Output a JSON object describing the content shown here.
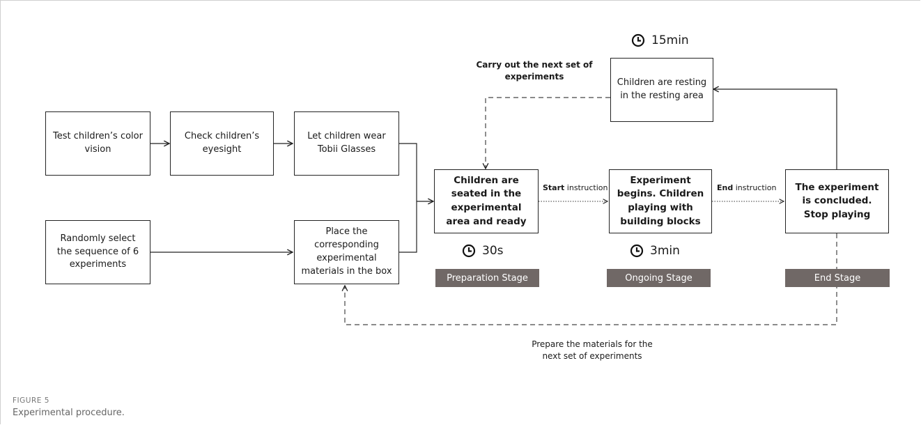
{
  "boxes": {
    "color_vision": "Test children’s color vision",
    "eyesight": "Check children’s eyesight",
    "tobii": "Let children wear Tobii Glasses",
    "random": "Randomly select the sequence of 6 experiments",
    "place": "Place the corresponding experimental materials in the box",
    "seated": "Children are seated in the experimental area and ready",
    "begins": "Experiment begins. Children playing with building blocks",
    "concluded": "The experiment is concluded. Stop playing",
    "resting": "Children are resting in the resting area"
  },
  "timers": {
    "rest": "15min",
    "prep": "30s",
    "ongoing": "3min"
  },
  "stages": {
    "preparation": "Preparation Stage",
    "ongoing": "Ongoing Stage",
    "end": "End Stage"
  },
  "labels": {
    "next_set": "Carry out the next set of experiments",
    "prepare": "Prepare the materials for the next set of experiments",
    "start_word": "Start",
    "end_word": "End",
    "instruction": "instruction"
  },
  "caption": {
    "id": "FIGURE 5",
    "text": "Experimental procedure."
  }
}
